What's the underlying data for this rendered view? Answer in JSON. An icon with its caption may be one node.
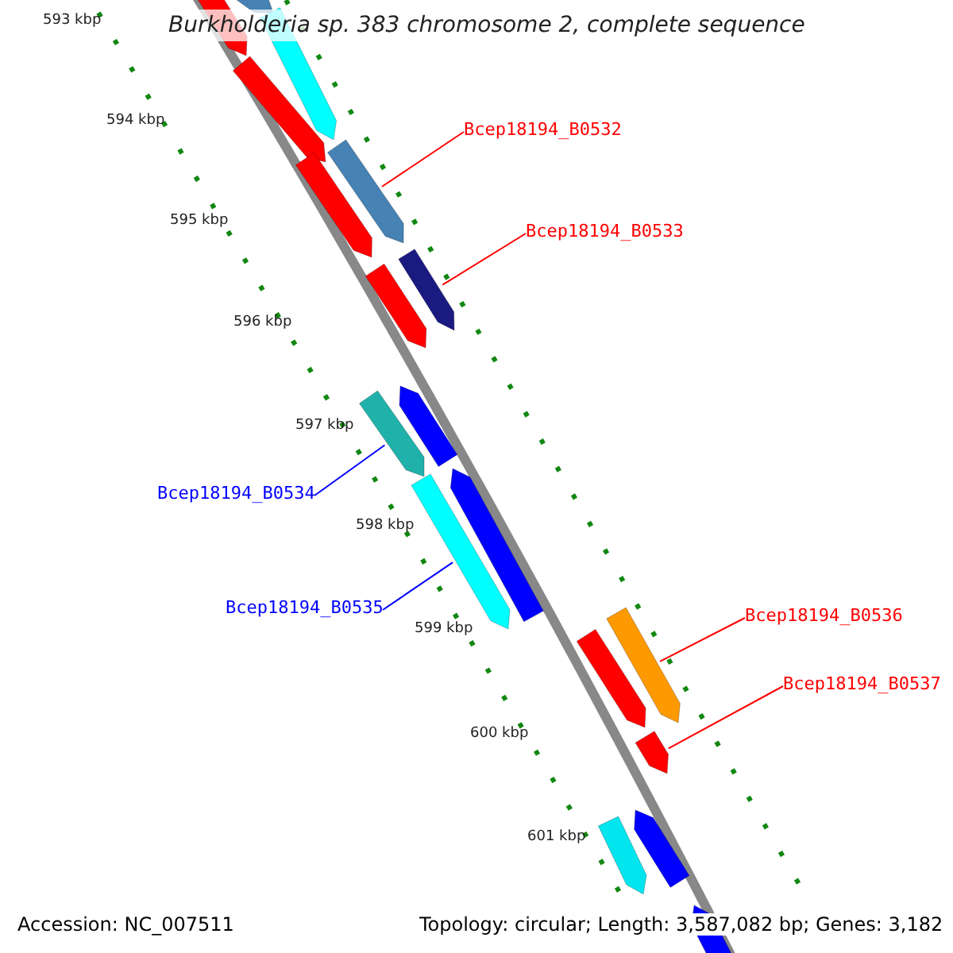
{
  "diagram": {
    "title": "Burkholderia sp. 383 chromosome 2, complete sequence",
    "nodes": [
      {
        "text": [
          "Bcep18194_B0532"
        ]
      },
      {
        "text": [
          "Bcep18194_B0533"
        ]
      },
      {
        "text": [
          "Bcep18194_B0534"
        ]
      },
      {
        "text": [
          "Bcep18194_B0535"
        ]
      },
      {
        "text": [
          "Bcep18194_B0536"
        ]
      },
      {
        "text": [
          "Bcep18194_B0537"
        ]
      },
      {
        "text": [],
        "shape": "bar"
      },
      {
        "text": [],
        "shape": "bar"
      },
      {
        "text": [],
        "shape": "bar"
      },
      {
        "text": [],
        "shape": "bar"
      },
      {
        "text": [],
        "shape": "bar"
      },
      {
        "text": [],
        "shape": "bar"
      },
      {
        "text": [],
        "shape": "bar"
      },
      {
        "text": [],
        "shape": "bar"
      },
      {
        "text": [],
        "shape": "bar"
      },
      {
        "text": [],
        "shape": "bar"
      },
      {
        "text": [],
        "shape": "bar"
      },
      {
        "text": [],
        "shape": "bar"
      },
      {
        "text": [],
        "shape": "bar"
      },
      {
        "text": [],
        "shape": "bar"
      },
      {
        "text": [],
        "shape": "bar"
      },
      {
        "text": [],
        "shape": "bar"
      },
      {
        "text": [],
        "shape": "bar"
      },
      {
        "text": [],
        "shape": "bar"
      }
    ],
    "edges": [
      {
        "from": 0,
        "to": 10,
        "arrow": "none"
      },
      {
        "from": 1,
        "to": 12,
        "arrow": "none"
      },
      {
        "from": 2,
        "to": 15,
        "arrow": "none",
        "color": "#0000ff"
      },
      {
        "from": 3,
        "to": 17,
        "arrow": "none",
        "color": "#0000ff"
      },
      {
        "from": 4,
        "to": 18,
        "arrow": "none"
      },
      {
        "from": 5,
        "to": 20,
        "arrow": "none"
      }
    ],
    "labels": [
      "593 kbp",
      "594 kbp",
      "595 kbp",
      "596 kbp",
      "597 kbp",
      "598 kbp",
      "599 kbp",
      "600 kbp",
      "601 kbp",
      "Accession: NC_007511",
      "Topology: circular; Length: 3,587,082 bp; Genes: 3,182"
    ]
  }
}
